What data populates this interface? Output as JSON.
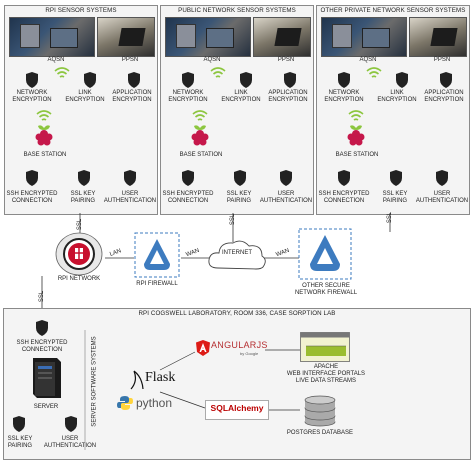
{
  "panels": [
    {
      "title": "RPI SENSOR SYSTEMS",
      "aqsn": "AQSN",
      "ppsn": "PPSN",
      "enc": [
        "NETWORK\nENCRYPTION",
        "LINK\nENCRYPTION",
        "APPLICATION\nENCRYPTION"
      ],
      "base": "BASE STATION",
      "sec": [
        "SSH ENCRYPTED\nCONNECTION",
        "SSL KEY\nPAIRING",
        "USER\nAUTHENTICATION"
      ]
    },
    {
      "title": "PUBLIC NETWORK SENSOR SYSTEMS",
      "aqsn": "AQSN",
      "ppsn": "PPSN",
      "enc": [
        "NETWORK\nENCRYPTION",
        "LINK\nENCRYPTION",
        "APPLICATION\nENCRYPTION"
      ],
      "base": "BASE STATION",
      "sec": [
        "SSH ENCRYPTED\nCONNECTION",
        "SSL KEY\nPAIRING",
        "USER\nAUTHENTICATION"
      ]
    },
    {
      "title": "OTHER PRIVATE NETWORK SENSOR SYSTEMS",
      "aqsn": "AQSN",
      "ppsn": "PPSN",
      "enc": [
        "NETWORK\nENCRYPTION",
        "LINK\nENCRYPTION",
        "APPLICATION\nENCRYPTION"
      ],
      "base": "BASE STATION",
      "sec": [
        "SSH ENCRYPTED\nCONNECTION",
        "SSL KEY\nPAIRING",
        "USER\nAUTHENTICATION"
      ]
    }
  ],
  "ssl_tag": "SSL",
  "lan": "LAN",
  "wan1": "WAN",
  "wan2": "WAN",
  "rpi_network": "RPI NETWORK",
  "rpi_firewall": "RPI FIREWALL",
  "internet": "INTERNET",
  "other_firewall": "OTHER SECURE\nNETWORK FIREWALL",
  "lab": {
    "title": "RPI COGSWELL LABORATORY, ROOM 336, CASE SORPTION LAB",
    "ssh": "SSH ENCRYPTED\nCONNECTION",
    "server": "SERVER",
    "ssl": "SSL KEY\nPAIRING",
    "user": "USER\nAUTHENTICATION",
    "software_systems": "SERVER SOFTWARE SYSTEMS",
    "angular": "ANGULARJS",
    "angular_sub": "by Google",
    "flask": "Flask",
    "python": "python",
    "sqlalchemy": "SQLAlchemy",
    "apache": "APACHE\nWEB INTERFACE PORTALS\nLIVE DATA STREAMS",
    "postgres": "POSTGRES DATABASE"
  },
  "colors": {
    "panel_bg": "#f4f4f4",
    "firewall": "#3d7bbf",
    "raspberry": "#c5174a",
    "wifi": "#8cc63f"
  }
}
